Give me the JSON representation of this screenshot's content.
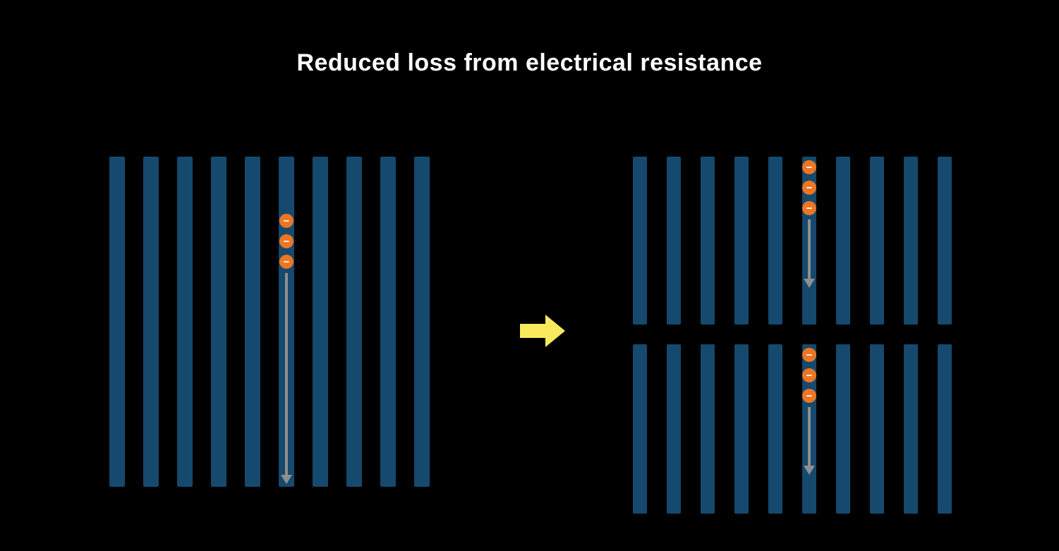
{
  "title": "Reduced loss from electrical resistance",
  "electron_symbol": "−",
  "colors": {
    "background": "#000000",
    "cell_bar": "#15496d",
    "electron": "#ee7623",
    "electron_symbol": "#ffffff",
    "flow_arrow": "#8f8f8f",
    "transform_arrow": "#f8e95f",
    "title_text": "#ffffff"
  },
  "full_cell": {
    "bar_count": 10,
    "electron_count": 3
  },
  "half_cell_top": {
    "bar_count": 10,
    "electron_count": 3
  },
  "half_cell_bottom": {
    "bar_count": 10,
    "electron_count": 3
  }
}
